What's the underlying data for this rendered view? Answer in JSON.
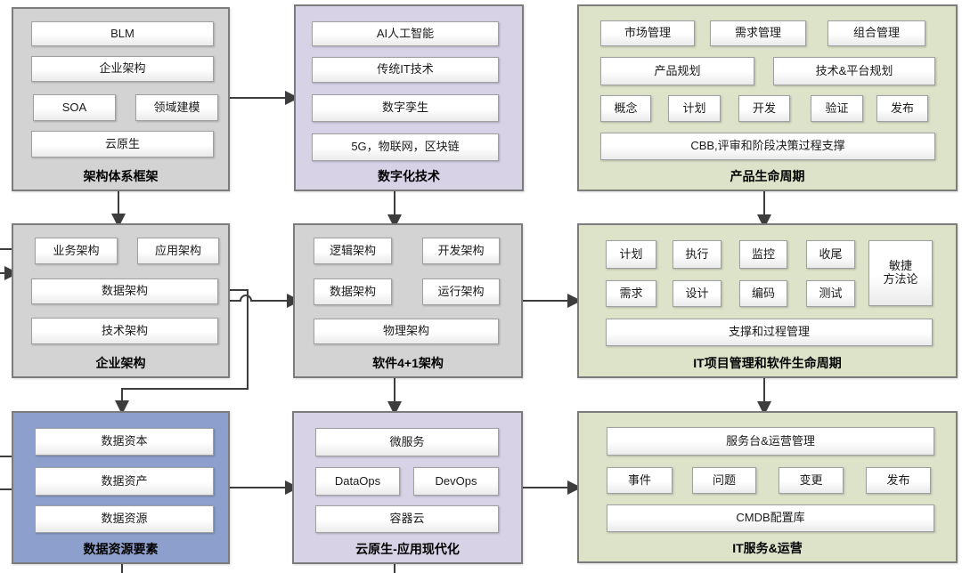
{
  "colors": {
    "panel_gray": "#d3d3d3",
    "panel_purple": "#d8d2e7",
    "panel_green": "#dce3c9",
    "panel_blue": "#8da0cd",
    "panel_border": "#7c7c7c",
    "box_border": "#a0a0a0",
    "arrow": "#3d3d3d"
  },
  "panels": {
    "framework": {
      "title": "架构体系框架",
      "boxes": [
        "BLM",
        "企业架构",
        "SOA",
        "领域建模",
        "云原生"
      ]
    },
    "digital": {
      "title": "数字化技术",
      "boxes": [
        "AI人工智能",
        "传统IT技术",
        "数字孪生",
        "5G，物联网，区块链"
      ]
    },
    "product": {
      "title": "产品生命周期",
      "boxes": [
        "市场管理",
        "需求管理",
        "组合管理",
        "产品规划",
        "技术&平台规划",
        "概念",
        "计划",
        "开发",
        "验证",
        "发布",
        "CBB,评审和阶段决策过程支撑"
      ]
    },
    "enterprise": {
      "title": "企业架构",
      "boxes": [
        "业务架构",
        "应用架构",
        "数据架构",
        "技术架构"
      ]
    },
    "software41": {
      "title": "软件4+1架构",
      "boxes": [
        "逻辑架构",
        "开发架构",
        "数据架构",
        "运行架构",
        "物理架构"
      ]
    },
    "itpm": {
      "title": "IT项目管理和软件生命周期",
      "boxes": [
        "计划",
        "执行",
        "监控",
        "收尾",
        "敏捷\n方法论",
        "需求",
        "设计",
        "编码",
        "测试",
        "支撑和过程管理"
      ]
    },
    "data_elements": {
      "title": "数据资源要素",
      "boxes": [
        "数据资本",
        "数据资产",
        "数据资源"
      ]
    },
    "cloud_native": {
      "title": "云原生-应用现代化",
      "boxes": [
        "微服务",
        "DataOps",
        "DevOps",
        "容器云"
      ]
    },
    "it_service": {
      "title": "IT服务&运营",
      "boxes": [
        "服务台&运营管理",
        "事件",
        "问题",
        "变更",
        "发布",
        "CMDB配置库"
      ]
    }
  },
  "connections": [
    {
      "from": "架构体系框架",
      "to": "数字化技术",
      "style": "arrow"
    },
    {
      "from": "架构体系框架",
      "to": "企业架构",
      "style": "arrow"
    },
    {
      "from": "数字化技术",
      "to": "软件4+1架构",
      "style": "arrow"
    },
    {
      "from": "产品生命周期",
      "to": "IT项目管理和软件生命周期",
      "style": "arrow"
    },
    {
      "from": "offscreen-left",
      "to": "业务架构",
      "style": "arrow"
    },
    {
      "from": "offscreen-left",
      "to": "企业架构",
      "style": "arrow"
    },
    {
      "from": "企业架构",
      "to": "软件4+1架构",
      "style": "arrow-with-hop"
    },
    {
      "from": "数据架构",
      "to": "数据资源要素",
      "style": "arrow-wraparound"
    },
    {
      "from": "软件4+1架构",
      "to": "IT项目管理和软件生命周期",
      "style": "arrow"
    },
    {
      "from": "软件4+1架构",
      "to": "云原生-应用现代化",
      "style": "arrow"
    },
    {
      "from": "IT项目管理和软件生命周期",
      "to": "IT服务&运营",
      "style": "arrow"
    },
    {
      "from": "offscreen-left",
      "to": "数据资源要素",
      "style": "line"
    },
    {
      "from": "offscreen-left",
      "to": "数据资源要素",
      "style": "line"
    },
    {
      "from": "数据资源要素",
      "to": "云原生-应用现代化",
      "style": "arrow"
    },
    {
      "from": "云原生-应用现代化",
      "to": "IT服务&运营",
      "style": "arrow"
    },
    {
      "from": "数据资源要素",
      "to": "offscreen-bottom",
      "style": "line"
    },
    {
      "from": "云原生-应用现代化",
      "to": "offscreen-bottom",
      "style": "line"
    }
  ]
}
